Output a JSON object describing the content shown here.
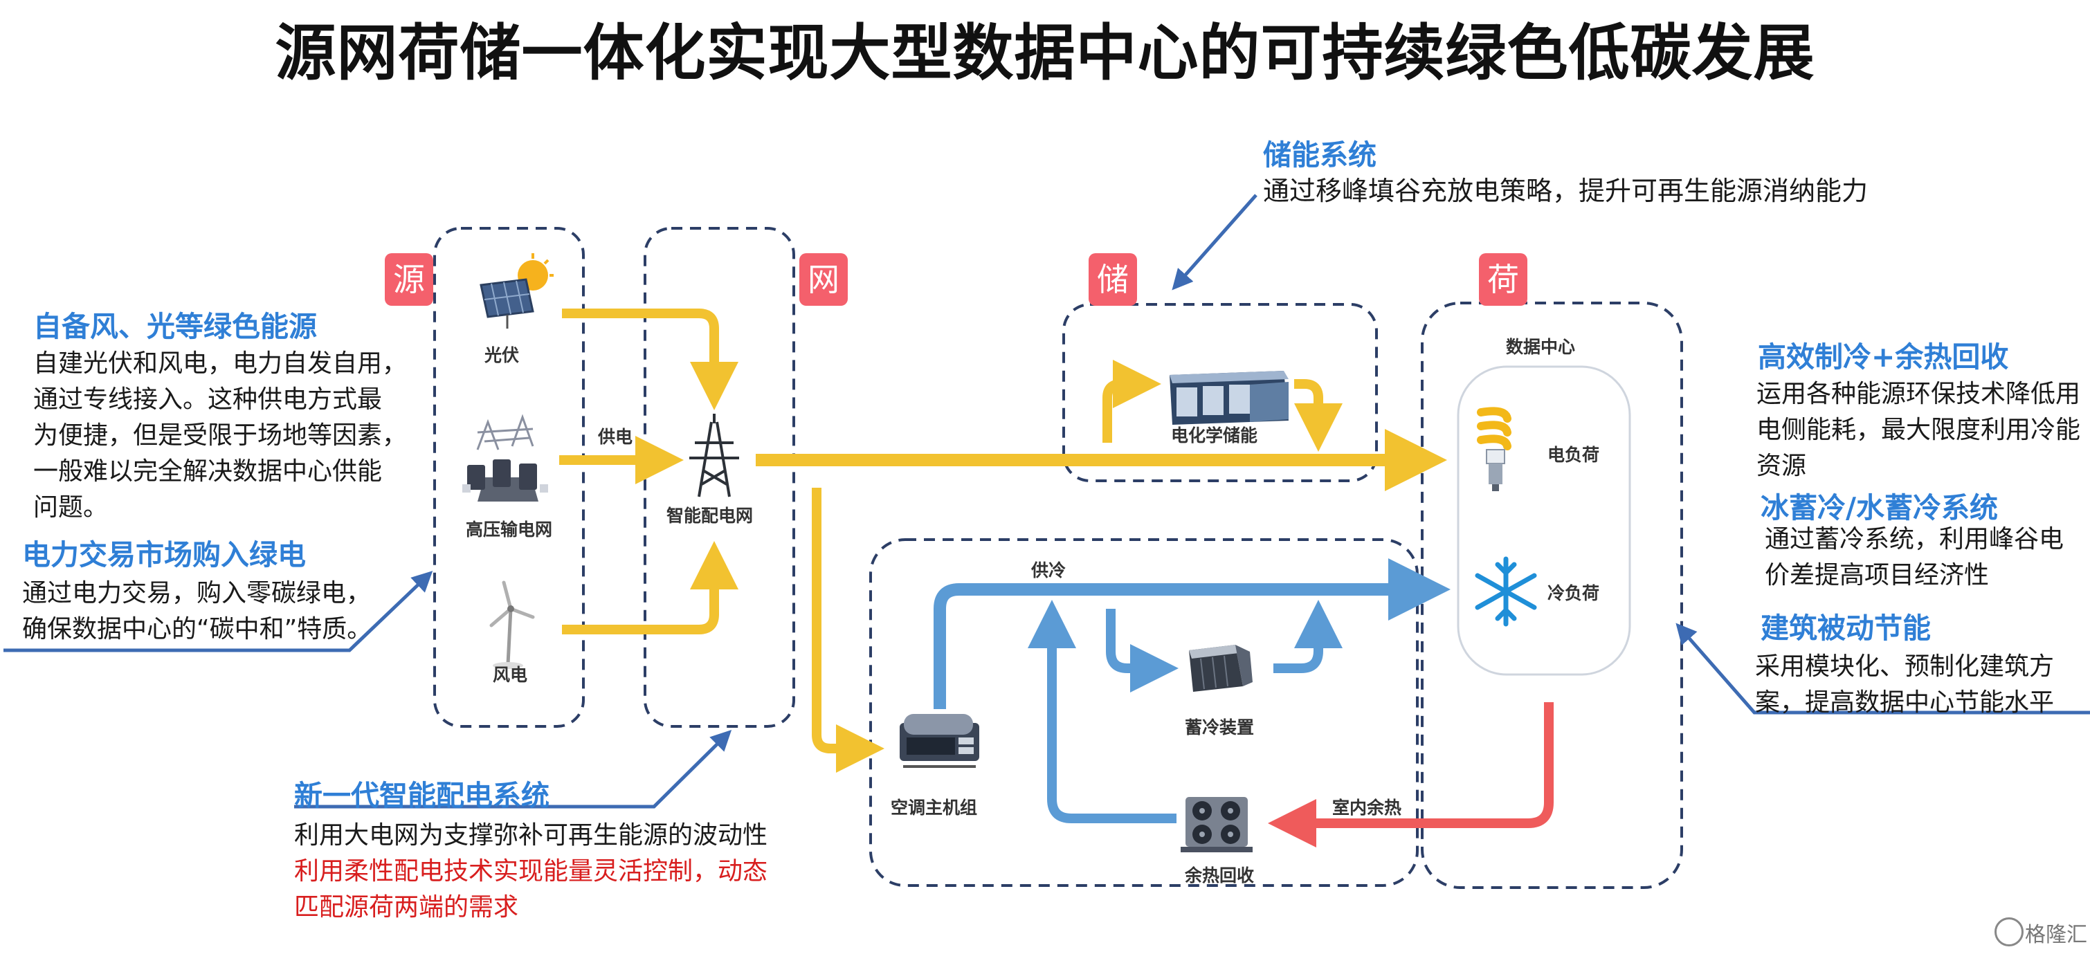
{
  "title": "源网荷储一体化实现大型数据中心的可持续绿色低碳发展",
  "tags": {
    "source": "源",
    "grid": "网",
    "storage": "储",
    "load": "荷"
  },
  "left_panel": {
    "self_green": {
      "heading": "自备风、光等绿色能源",
      "lines": [
        "自建光伏和风电，电力自发自用，",
        "通过专线接入。这种供电方式最",
        "为便捷，但是受限于场地等因素，",
        "一般难以完全解决数据中心供能",
        "问题。"
      ]
    },
    "market": {
      "heading": "电力交易市场购入绿电",
      "lines": [
        "通过电力交易，购入零碳绿电，",
        "确保数据中心的“碳中和”特质。"
      ]
    }
  },
  "storage_panel": {
    "heading": "储能系统",
    "line": "通过移峰填谷充放电策略，提升可再生能源消纳能力"
  },
  "grid_panel": {
    "heading": "新一代智能配电系统",
    "line1": "利用大电网为支撑弥补可再生能源的波动性",
    "line2": "利用柔性配电技术实现能量灵活控制，动态",
    "line3": "匹配源荷两端的需求"
  },
  "right_panel": {
    "cooling": {
      "heading": "高效制冷+余热回收",
      "lines": [
        "运用各种能源环保技术降低用",
        "电侧能耗，最大限度利用冷能",
        "资源"
      ]
    },
    "ice": {
      "heading": "冰蓄冷/水蓄冷系统",
      "lines": [
        "通过蓄冷系统，利用峰谷电",
        "价差提高项目经济性"
      ]
    },
    "building": {
      "heading": "建筑被动节能",
      "lines": [
        "采用模块化、预制化建筑方",
        "案，提高数据中心节能水平"
      ]
    }
  },
  "diagram": {
    "solar": "光伏",
    "hv_grid": "高压输电网",
    "wind": "风电",
    "supply_power": "供电",
    "smart_grid": "智能配电网",
    "electrochem": "电化学储能",
    "data_center": "数据中心",
    "elec_load": "电负荷",
    "cold_load": "冷负荷",
    "supply_cold": "供冷",
    "cold_storage": "蓄冷装置",
    "chiller": "空调主机组",
    "indoor_heat": "室内余热",
    "heat_recovery": "余热回收"
  },
  "watermark": "格隆汇",
  "colors": {
    "power_flow": "#f2c230",
    "cold_flow": "#5b9bd5",
    "heat_flow": "#ef5b5b",
    "heading_blue": "#2f7fd6",
    "tag_red": "#f4606c",
    "pointer_blue": "#3d6bb3",
    "dash_navy": "#2c3e66"
  },
  "icons": [
    "solar-panel-icon",
    "hv-substation-icon",
    "wind-turbine-icon",
    "transmission-tower-icon",
    "battery-container-icon",
    "light-bulb-icon",
    "snowflake-icon",
    "chiller-unit-icon",
    "cold-storage-tank-icon",
    "heat-recovery-unit-icon"
  ]
}
